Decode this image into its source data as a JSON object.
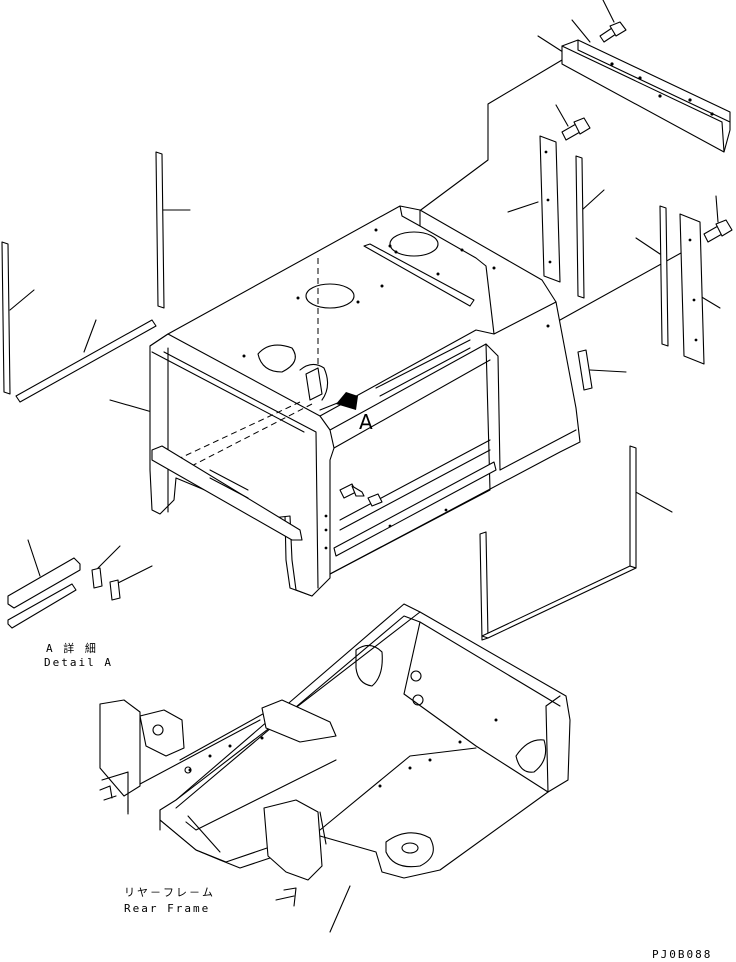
{
  "labels": {
    "view_letter": "A",
    "detail_jp": "A 詳 細",
    "detail_en": "Detail A",
    "frame_jp": "リヤ－フレ－ム",
    "frame_en": "Rear Frame",
    "drawing_code": "PJ0B088"
  }
}
